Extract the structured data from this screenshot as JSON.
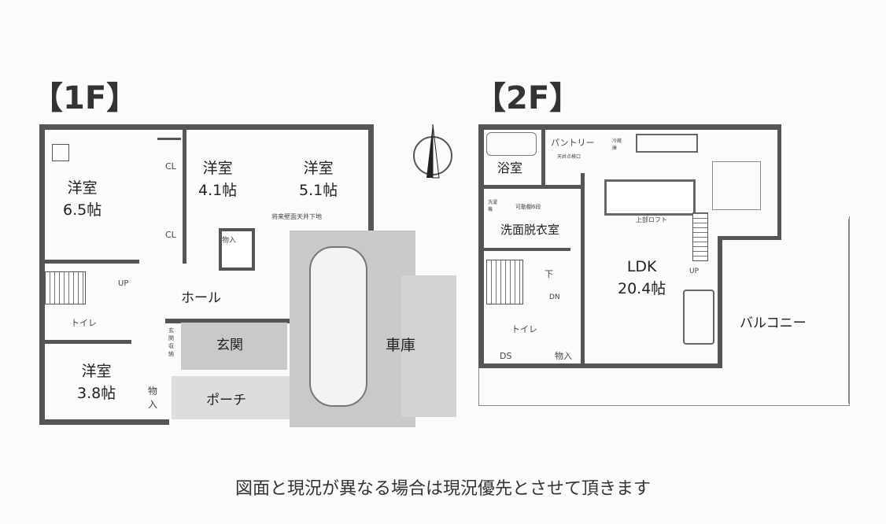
{
  "floor1": {
    "label": "【1F】",
    "rooms": [
      {
        "name": "洋室",
        "size": "6.5帖"
      },
      {
        "name": "洋室",
        "size": "4.1帖"
      },
      {
        "name": "洋室",
        "size": "5.1帖"
      },
      {
        "name": "洋室",
        "size": "3.8帖"
      }
    ],
    "closet": "CL",
    "storage": "物入",
    "hall": "ホール",
    "toilet": "トイレ",
    "up": "UP",
    "entrance": "玄関",
    "porch": "ポーチ",
    "garage": "車庫",
    "note": "将来壁面天井下地",
    "shoe_storage": "玄関収納"
  },
  "floor2": {
    "label": "【2F】",
    "bath": "浴室",
    "pantry": "パントリー",
    "hatch": "天井点検口",
    "fridge": "冷蔵庫",
    "washer": "洗濯機",
    "shelf": "可動棚6段",
    "washroom": "洗面脱衣室",
    "loft": "上部ロフト",
    "ldk": "LDK",
    "ldk_size": "20.4帖",
    "up": "UP",
    "down": "下",
    "dn": "DN",
    "toilet": "トイレ",
    "ds": "DS",
    "storage": "物入",
    "balcony": "バルコニー"
  },
  "footer": "図面と現況が異なる場合は現況優先とさせて頂きます"
}
